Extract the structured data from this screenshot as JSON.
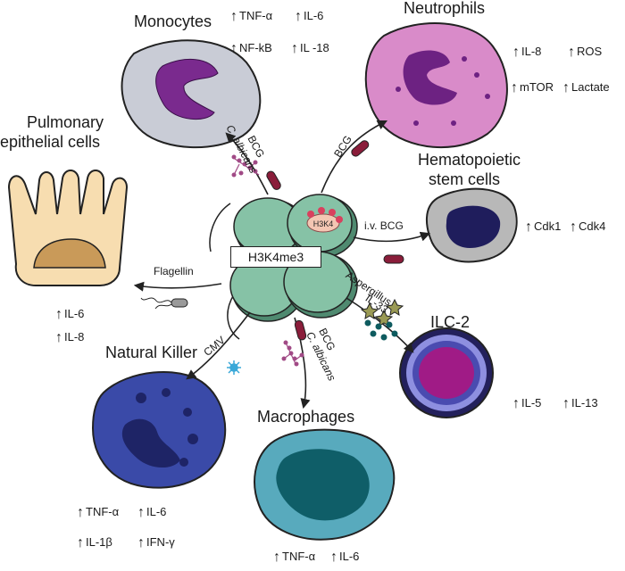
{
  "center": {
    "label": "H3K4me3",
    "histone_tag": "H3K4"
  },
  "cells": {
    "monocytes": {
      "title": "Monocytes",
      "markers": [
        "TNF-α",
        "IL-6",
        "NF-kB",
        "IL -18"
      ]
    },
    "neutrophils": {
      "title": "Neutrophils",
      "markers": [
        "IL-8",
        "ROS",
        "mTOR",
        "Lactate"
      ]
    },
    "hsc": {
      "title_line1": "Hematopoietic",
      "title_line2": "stem cells",
      "markers": [
        "Cdk1",
        "Cdk4"
      ]
    },
    "ilc2": {
      "title": "ILC-2",
      "markers": [
        "IL-5",
        "IL-13"
      ]
    },
    "macrophages": {
      "title": "Macrophages",
      "markers": [
        "TNF-α",
        "IL-6"
      ]
    },
    "nk": {
      "title": "Natural Killer",
      "markers": [
        "TNF-α",
        "IL-6",
        "IL-1β",
        "IFN-γ"
      ]
    },
    "epithelial": {
      "title_line1": "Pulmonary",
      "title_line2": "epithelial cells",
      "markers": [
        "IL-6",
        "IL-8"
      ]
    }
  },
  "stimuli": {
    "monocytes_bcg": "BCG",
    "monocytes_candida": "C. albicans",
    "neutrophils_bcg": "BCG",
    "hsc_iv_bcg": "i.v. BCG",
    "ilc2_aspergillus": "Aspergillus",
    "ilc2_il33": "IL-33",
    "macrophages_bcg": "BCG",
    "macrophages_candida": "C. albicans",
    "nk_cmv": "CMV",
    "epithelial_flagellin": "Flagellin"
  },
  "colors": {
    "nucleosome": "#86c2a6",
    "nucleosome_dark": "#4f8a70",
    "monocyte_cyto": "#c9ccd6",
    "monocyte_nucleus": "#7a2a8e",
    "neutrophil_cyto": "#d98bc9",
    "neutrophil_nucleus": "#6d2282",
    "hsc_cyto": "#b8b8b8",
    "hsc_nucleus": "#1f1d5c",
    "ilc2_nucleus": "#a01b86",
    "ilc2_ring": "#4a4bb0",
    "macrophage_cyto": "#58aabd",
    "macrophage_nucleus": "#0f5e68",
    "nk_cyto": "#3a4aa8",
    "nk_nucleus": "#1e2466",
    "epithelial_cyto": "#f7ddb0",
    "epithelial_nucleus": "#c99a59",
    "bcg_rod": "#8a1d3a",
    "candida": "#a14a86"
  }
}
